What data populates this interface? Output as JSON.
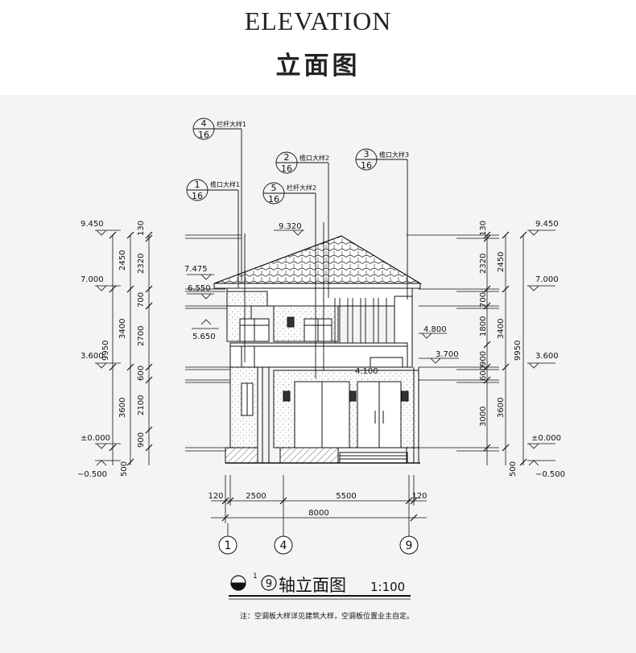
{
  "header": {
    "title_en": "ELEVATION",
    "title_cn": "立面图"
  },
  "detail_callouts": [
    {
      "num": "4",
      "den": "16",
      "label": "栏杆大样1"
    },
    {
      "num": "2",
      "den": "16",
      "label": "檐口大样2"
    },
    {
      "num": "3",
      "den": "16",
      "label": "檐口大样3"
    },
    {
      "num": "1",
      "den": "16",
      "label": "檐口大样1"
    },
    {
      "num": "5",
      "den": "16",
      "label": "栏杆大样2"
    }
  ],
  "levels": {
    "left": [
      "9.450",
      "7.000",
      "3.600",
      "±0.000",
      "−0.500"
    ],
    "right": [
      "9.450",
      "7.000",
      "3.600",
      "±0.000",
      "−0.500"
    ],
    "inner": [
      "9.320",
      "7.475",
      "6.550",
      "5.650",
      "4.800",
      "3.700",
      "4.100"
    ]
  },
  "dimensions": {
    "left_outer": [
      "2450",
      "3400",
      "3600",
      "500"
    ],
    "left_total": "9950",
    "left_inner": [
      "130",
      "2320",
      "700",
      "2700",
      "600",
      "2100",
      "900"
    ],
    "right_inner": [
      "130",
      "2320",
      "700",
      "1800",
      "900",
      "600",
      "3000"
    ],
    "right_outer": [
      "2450",
      "3400",
      "3600",
      "500"
    ],
    "right_total": "9950",
    "bottom": [
      "120",
      "2500",
      "5500",
      "120"
    ],
    "bottom_total": "8000"
  },
  "axes": [
    "1",
    "4",
    "9"
  ],
  "caption": {
    "from": "1",
    "to": "9",
    "text": "轴立面图",
    "scale": "1:100"
  },
  "note": "注：空调板大样详见建筑大样，空调板位置业主自定。"
}
